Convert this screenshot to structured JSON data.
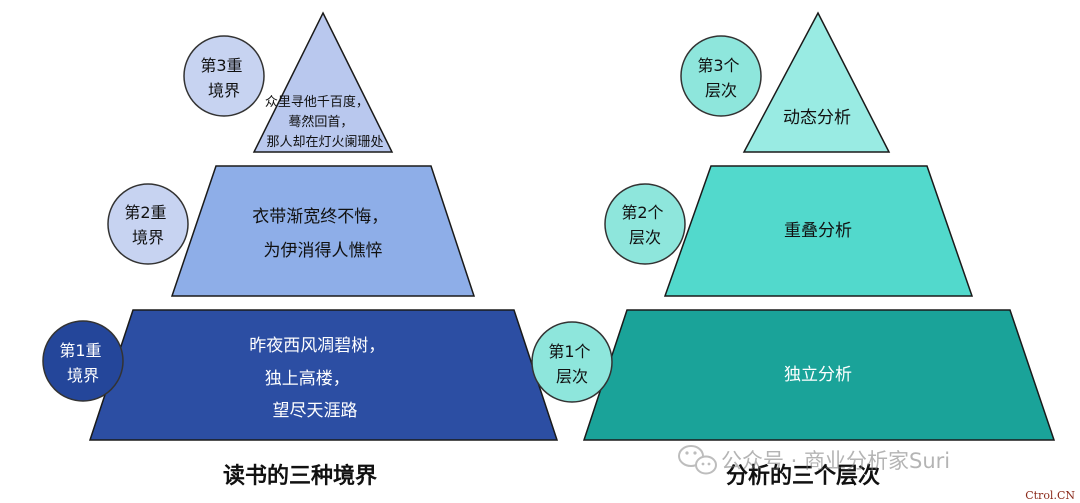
{
  "left_pyramid": {
    "title": "读书的三种境界",
    "levels": [
      {
        "badge": [
          "第1重",
          "境界"
        ],
        "lines": [
          "昨夜西风凋碧树，",
          "独上高楼，",
          "望尽天涯路"
        ]
      },
      {
        "badge": [
          "第2重",
          "境界"
        ],
        "lines": [
          "衣带渐宽终不悔，",
          "为伊消得人憔悴"
        ]
      },
      {
        "badge": [
          "第3重",
          "境界"
        ],
        "lines": [
          "众里寻他千百度，",
          "蓦然回首，",
          "那人却在灯火阑珊处"
        ]
      }
    ]
  },
  "right_pyramid": {
    "title": "分析的三个层次",
    "levels": [
      {
        "badge": [
          "第1个",
          "层次"
        ],
        "lines": [
          "独立分析"
        ]
      },
      {
        "badge": [
          "第2个",
          "层次"
        ],
        "lines": [
          "重叠分析"
        ]
      },
      {
        "badge": [
          "第3个",
          "层次"
        ],
        "lines": [
          "动态分析"
        ]
      }
    ]
  },
  "watermark": "公众号 · 商业分析家Suri",
  "credit": "Ctrol.CN",
  "colors": {
    "left_level1": "#2c4ea3",
    "left_level2": "#8eaee8",
    "left_level3": "#b9c8ee",
    "left_badge": "#c7d3f1",
    "right_level1": "#1aa399",
    "right_level2": "#52d9cc",
    "right_level3": "#99ebe3",
    "right_badge": "#8ee6dc"
  }
}
